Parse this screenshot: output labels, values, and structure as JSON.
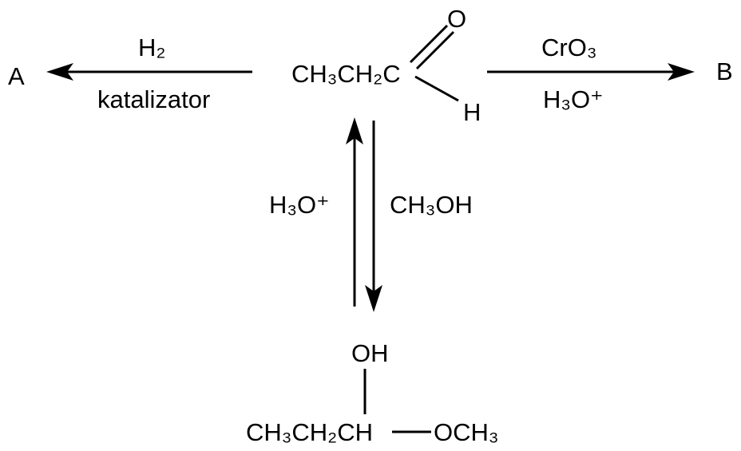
{
  "scheme": {
    "product_a": "A",
    "product_b": "B",
    "reactant": {
      "ethyl": "CH₃CH₂C",
      "oxygen": "O",
      "hydrogen": "H"
    },
    "left_reaction": {
      "above_arrow": "H₂",
      "below_arrow": "katalizator"
    },
    "right_reaction": {
      "above_arrow": "CrO₃",
      "below_arrow": "H₃O⁺"
    },
    "equilibrium": {
      "reverse_reagent": "H₃O⁺",
      "forward_reagent": "CH₃OH"
    },
    "hemiacetal": {
      "hydroxyl": "OH",
      "chain": "CH₃CH₂CH",
      "methoxy": "OCH₃"
    }
  }
}
